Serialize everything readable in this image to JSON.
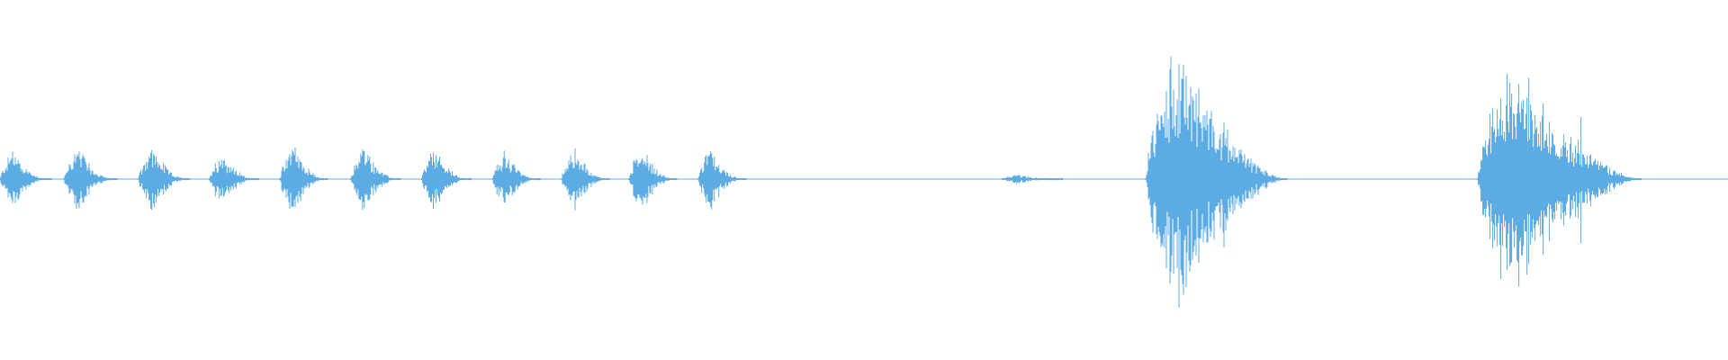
{
  "waveform": {
    "color": "#5dabe3",
    "background": "#ffffff",
    "segments": [
      {
        "start": 0.0,
        "end": 0.03,
        "peak": 0.18
      },
      {
        "start": 0.037,
        "end": 0.068,
        "peak": 0.2
      },
      {
        "start": 0.08,
        "end": 0.11,
        "peak": 0.21
      },
      {
        "start": 0.121,
        "end": 0.15,
        "peak": 0.17
      },
      {
        "start": 0.162,
        "end": 0.19,
        "peak": 0.24
      },
      {
        "start": 0.203,
        "end": 0.232,
        "peak": 0.21
      },
      {
        "start": 0.244,
        "end": 0.273,
        "peak": 0.19
      },
      {
        "start": 0.285,
        "end": 0.313,
        "peak": 0.17
      },
      {
        "start": 0.325,
        "end": 0.353,
        "peak": 0.2
      },
      {
        "start": 0.364,
        "end": 0.392,
        "peak": 0.21
      },
      {
        "start": 0.404,
        "end": 0.432,
        "peak": 0.19
      },
      {
        "start": 0.58,
        "end": 0.615,
        "peak": 0.03
      },
      {
        "start": 0.663,
        "end": 0.745,
        "peak": 0.78
      },
      {
        "start": 0.855,
        "end": 0.95,
        "peak": 0.72
      }
    ]
  }
}
